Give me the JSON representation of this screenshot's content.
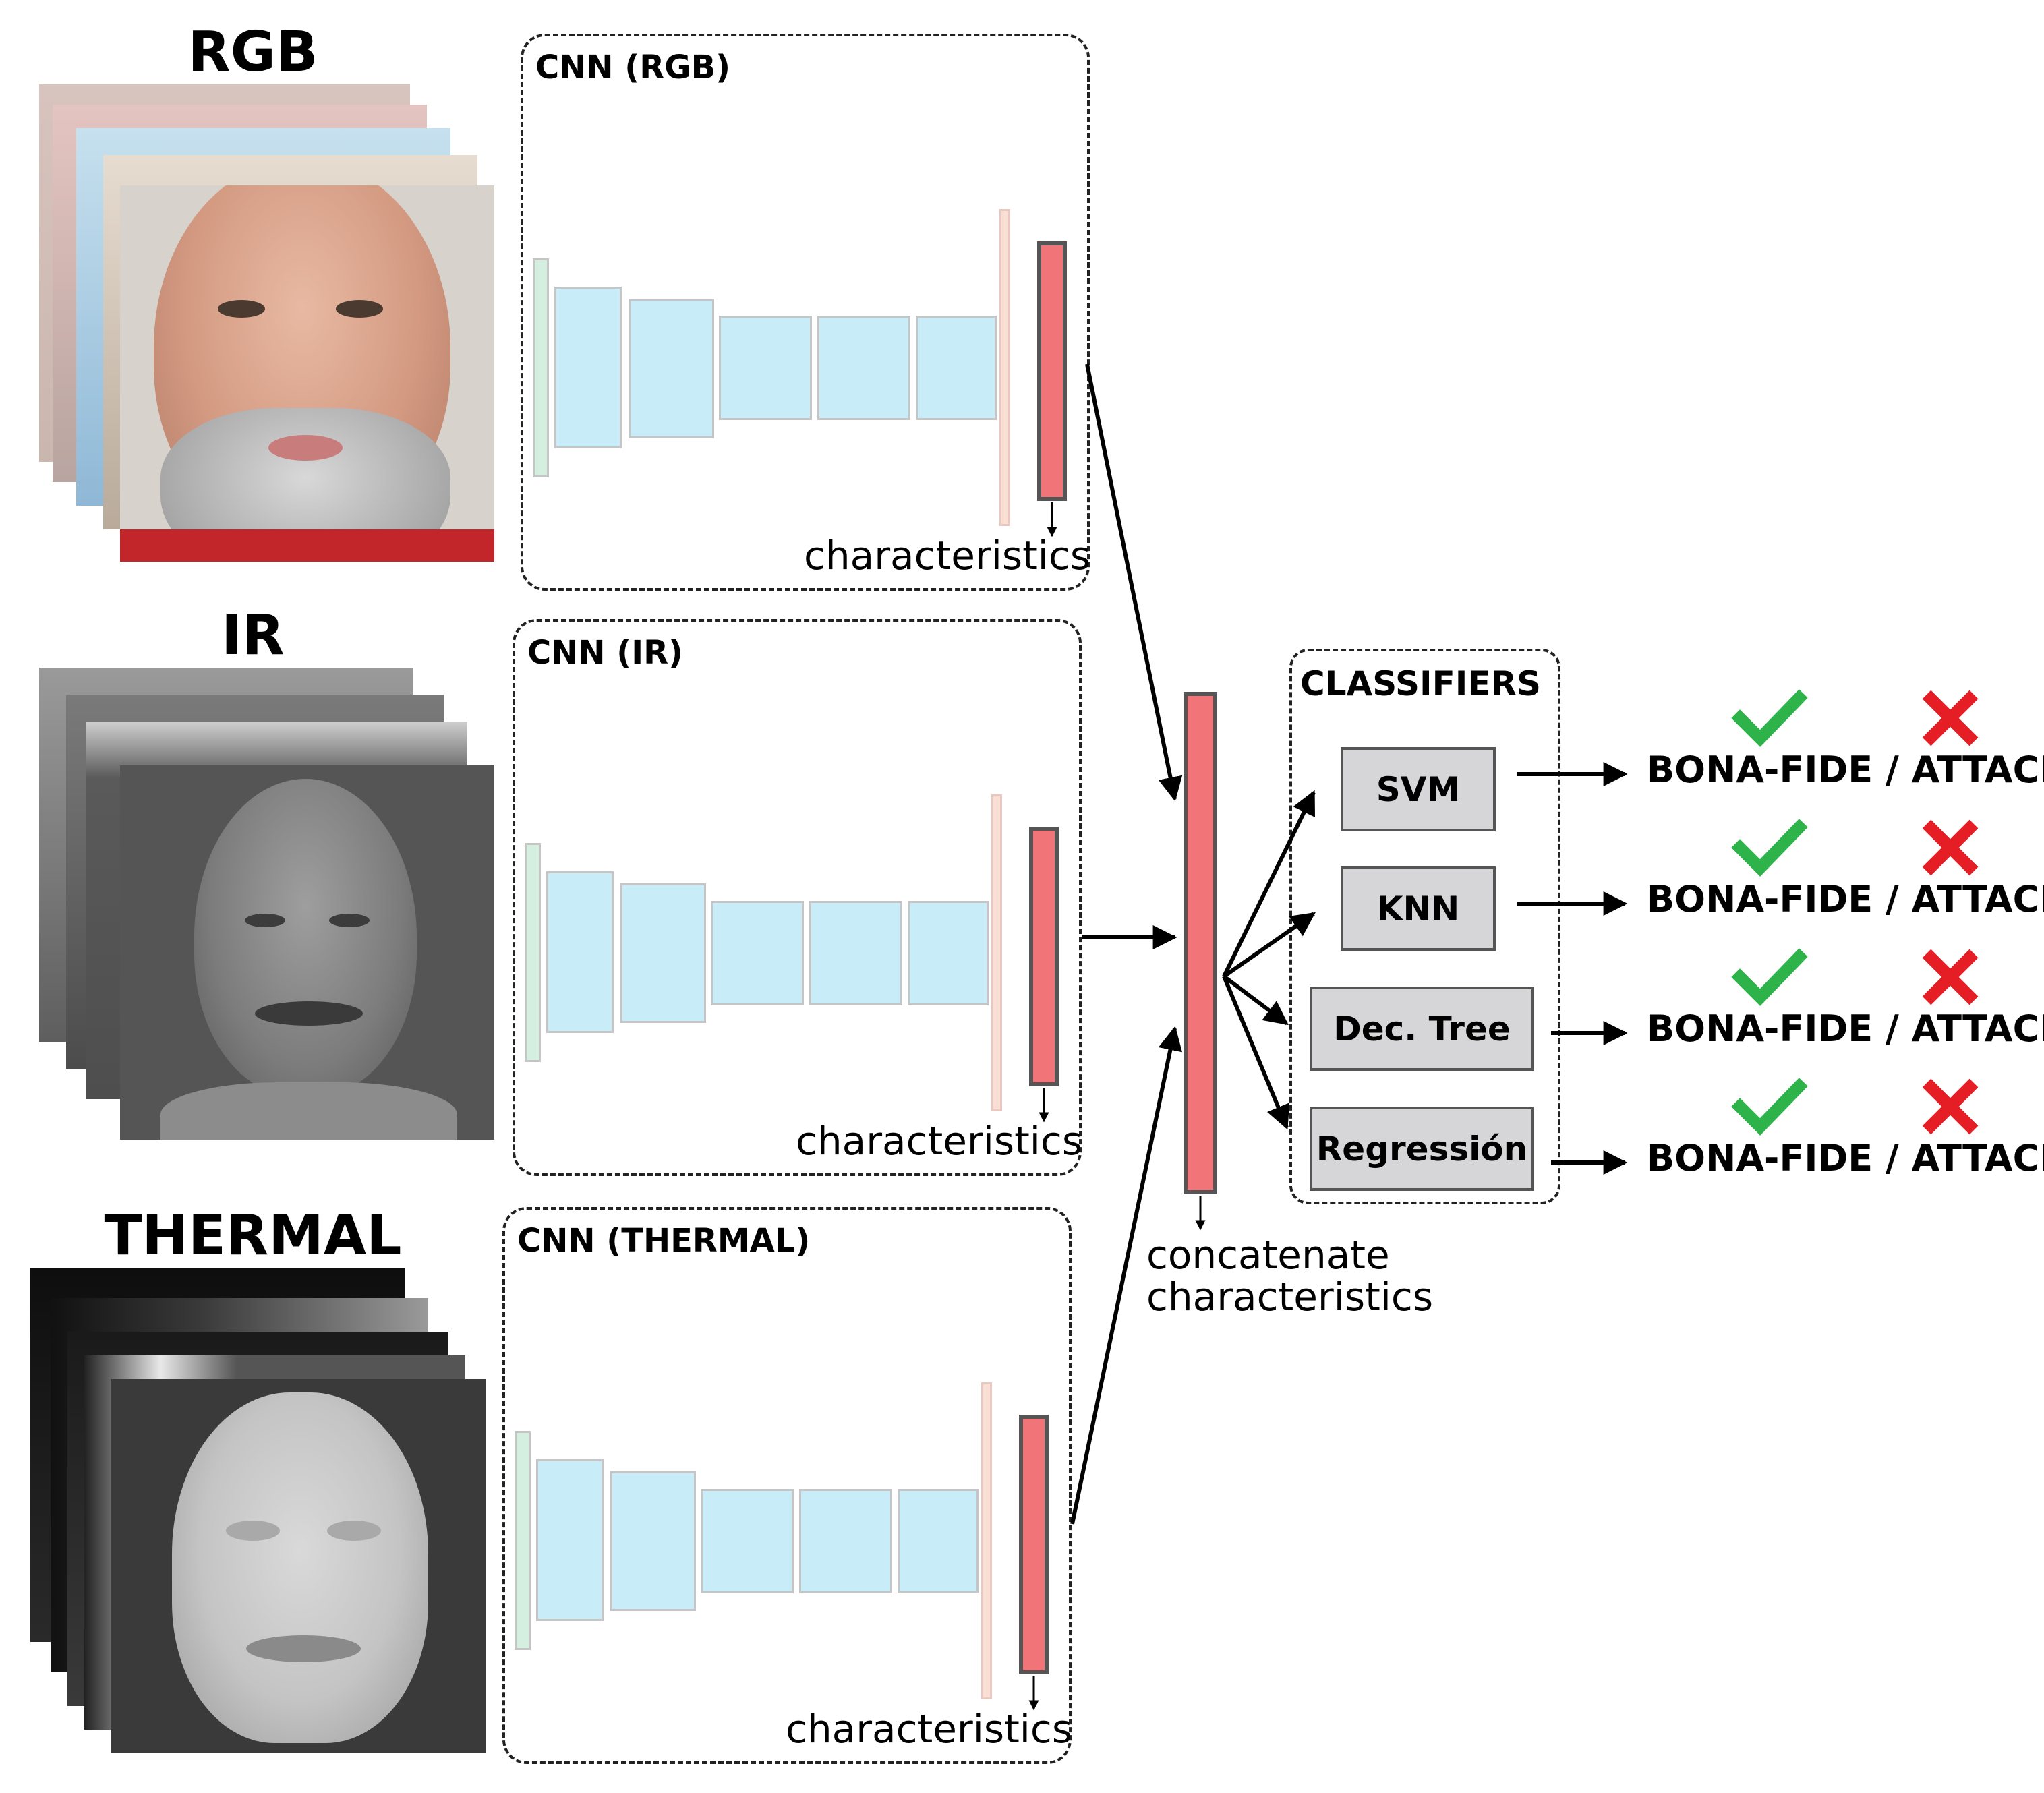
{
  "modalities": [
    {
      "title": "RGB",
      "cnn_title": "CNN (RGB)",
      "characteristics_label": "characteristics"
    },
    {
      "title": "IR",
      "cnn_title": "CNN (IR)",
      "characteristics_label": "characteristics"
    },
    {
      "title": "THERMAL",
      "cnn_title": "CNN (THERMAL)",
      "characteristics_label": "characteristics"
    }
  ],
  "concatenate_label_line1": "concatenate",
  "concatenate_label_line2": "characteristics",
  "classifiers": {
    "title": "CLASSIFIERS",
    "items": [
      "SVM",
      "KNN",
      "Dec. Tree",
      "Regressión"
    ]
  },
  "output_label": "BONA-FIDE / ATTACK",
  "colors": {
    "conv_block": "#c9ecf9",
    "conv_border": "#c5c5c5",
    "input_layer": "#d4efe0",
    "pool_layer": "#f9ded4",
    "feature_vector": "#f07478",
    "feature_border": "#555555",
    "check": "#2db34a",
    "cross": "#e51e25",
    "classifier_fill": "#d6d6d8"
  },
  "icons": [
    "checkmark-icon",
    "cross-icon"
  ]
}
